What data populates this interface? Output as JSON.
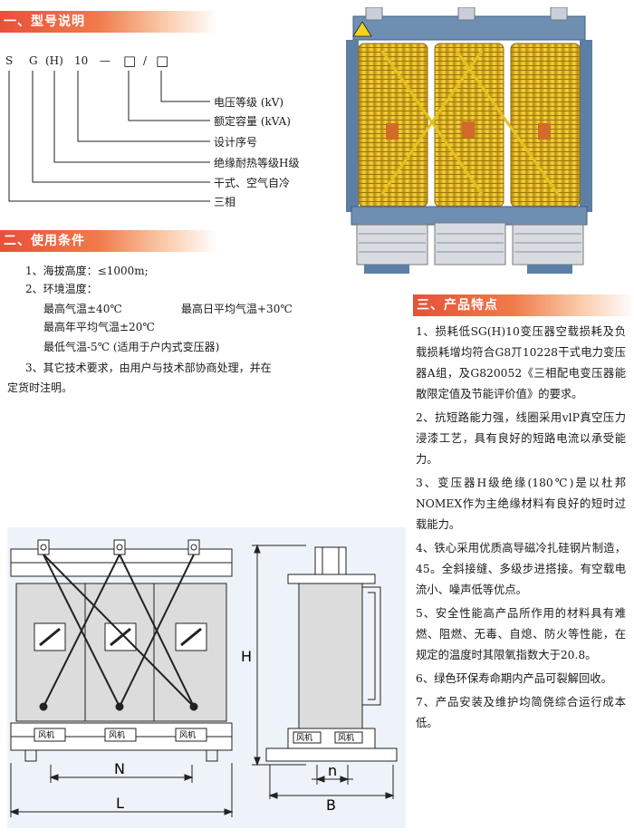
{
  "sections": {
    "model_title": "一、型号说明",
    "conditions_title": "二、使用条件",
    "features_title": "三、产品特点"
  },
  "model": {
    "code_chars": [
      "S",
      "G",
      "(H)",
      "10",
      "—",
      "□",
      "/",
      "□"
    ],
    "legend": [
      "电压等级 (kV)",
      "额定容量 (kVA)",
      "设计序号",
      "绝缘耐热等级H级",
      "干式、空气自冷",
      "三相"
    ]
  },
  "conditions": {
    "altitude": "1、海拔高度：≤1000m;",
    "temp_title": "2、环境温度：",
    "temp_max": "最高气温±40℃",
    "temp_daily_avg": "最高日平均气温+30℃",
    "temp_yearly_avg": "最高年平均气温±20℃",
    "temp_min": "最低气温-5℃ (适用于户内式变压器)",
    "other_line1": "3、其它技术要求，由用户与技术部协商处理，并在",
    "other_line2": "定货时注明。"
  },
  "features": [
    "1、损耗低SG(H)10变压器空载损耗及负载损耗增均符合G8丌10228干式电力变压器A组，及G820052《三相配电变压器能散限定值及节能评价值》的要求。",
    "2、抗短路能力强，线圈采用vlP真空压力浸漆工艺，具有良好的短路电流以承受能力。",
    "3、变压器H级绝缘(180℃)是以杜邦NOMEX作为主绝缘材料有良好的短时过载能力。",
    "4、铁心采用优质高导磁冷扎硅钢片制造，45。全斜接缝、多级步进搭接。有空载电流小、噪声低等优点。",
    "5、安全性能高产品所作用的材料具有难燃、阻燃、无毒、自熄、防火等性能，在规定的温度时其限氧指数大于20.8。",
    "6、绿色环保寿命期内产品可裂解回收。",
    "7、产品安装及维护均简侥综合运行成本低。"
  ],
  "drawing": {
    "dim_n_front": "N",
    "dim_l": "L",
    "dim_h": "H",
    "dim_n_side": "n",
    "dim_b": "B",
    "fan_label": "风机"
  },
  "colors": {
    "header_red": "#e8503a",
    "coil_yellow": "#f2c521",
    "frame_blue": "#4a78a6"
  }
}
